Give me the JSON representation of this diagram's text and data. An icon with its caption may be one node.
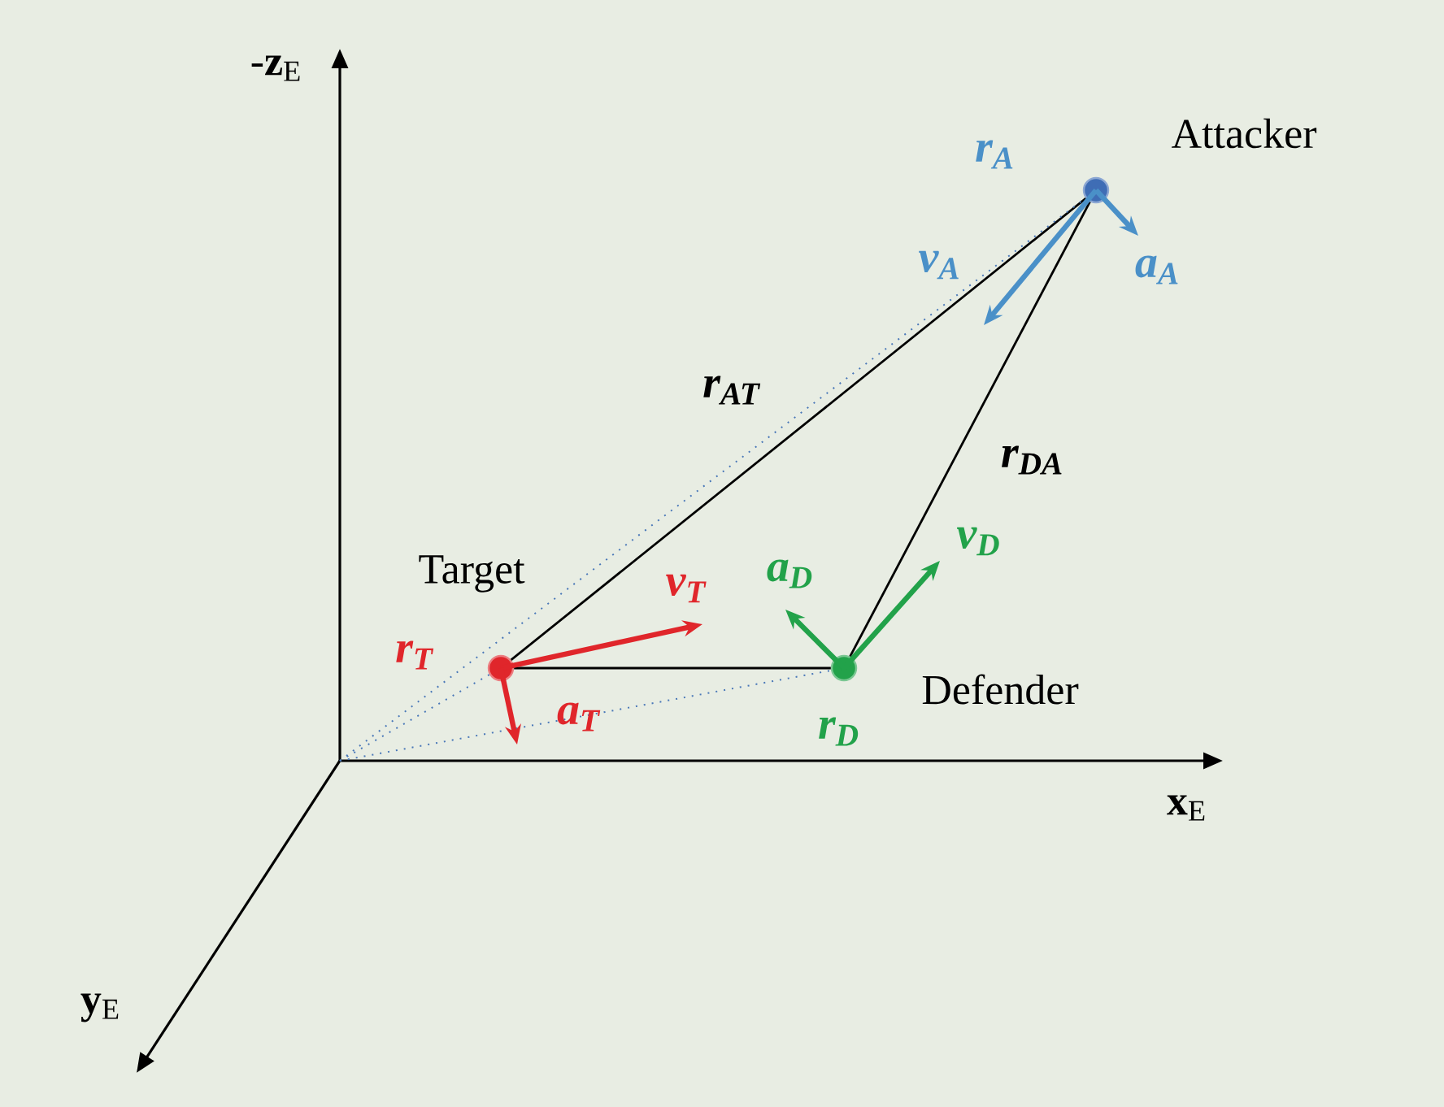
{
  "diagram": {
    "nodes": [
      {
        "text": [
          "Target"
        ]
      },
      {
        "text": [
          "Defender"
        ]
      },
      {
        "text": [
          "Attacker"
        ]
      }
    ],
    "edges": [
      {
        "from": 0,
        "to": 2,
        "arrow": "none",
        "label": "r$_{AT}$"
      },
      {
        "from": 1,
        "to": 2,
        "arrow": "none",
        "label": "r$_{DA}$"
      },
      {
        "from": 0,
        "to": 1,
        "arrow": "none"
      },
      {
        "from": null,
        "to": 0,
        "arrow": "none",
        "label": "r$_{T}$",
        "style": "dashed",
        "color": "#4a78b8"
      },
      {
        "from": null,
        "to": 1,
        "arrow": "none",
        "label": "r$_{D}$",
        "style": "dashed",
        "color": "#4a78b8"
      },
      {
        "from": null,
        "to": 2,
        "arrow": "none",
        "label": "r$_{A}$",
        "style": "dashed",
        "color": "#4a78b8"
      }
    ],
    "labels": [
      "-**z**$_{E}$",
      "**x**$_{E}$",
      "**y**$_{E}$",
      "v$_{T}$",
      "a$_{T}$",
      "v$_{D}$",
      "a$_{D}$",
      "v$_{A}$",
      "a$_{A}$"
    ]
  }
}
